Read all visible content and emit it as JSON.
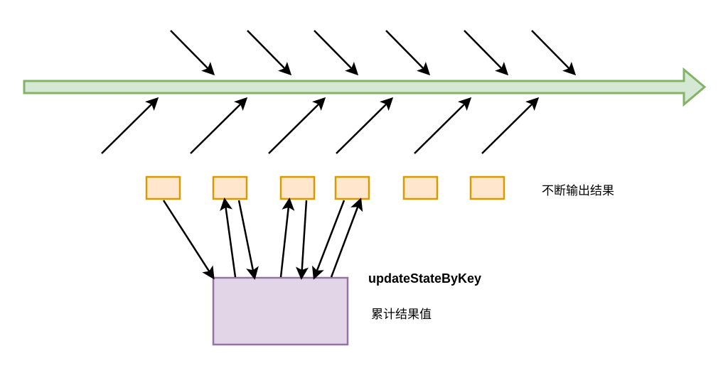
{
  "diagram": {
    "type": "stream-state-flow",
    "stream": {
      "name": "data-stream",
      "direction": "right",
      "fill": "#d5e8d4",
      "stroke": "#82b366"
    },
    "incoming_events_above": 6,
    "incoming_events_below": 6,
    "output_batches": {
      "count": 6,
      "fill": "#ffe6cc",
      "stroke": "#d79b00"
    },
    "state_store": {
      "fill": "#e1d5e7",
      "stroke": "#9673a6"
    },
    "state_links": [
      {
        "from": "batch-1",
        "to": "state",
        "direction": "to-state"
      },
      {
        "from": "state",
        "to": "batch-2",
        "direction": "to-batch"
      },
      {
        "from": "batch-2",
        "to": "state",
        "direction": "to-state"
      },
      {
        "from": "state",
        "to": "batch-3",
        "direction": "to-batch"
      },
      {
        "from": "batch-3",
        "to": "state",
        "direction": "to-state"
      },
      {
        "from": "batch-4",
        "to": "state",
        "direction": "to-state"
      },
      {
        "from": "state",
        "to": "batch-4",
        "direction": "to-batch"
      }
    ],
    "arrow_color": "#000000"
  },
  "labels": {
    "operation": "updateStateByKey",
    "accumulated": "累计结果值",
    "continuous_output": "不断输出结果"
  }
}
